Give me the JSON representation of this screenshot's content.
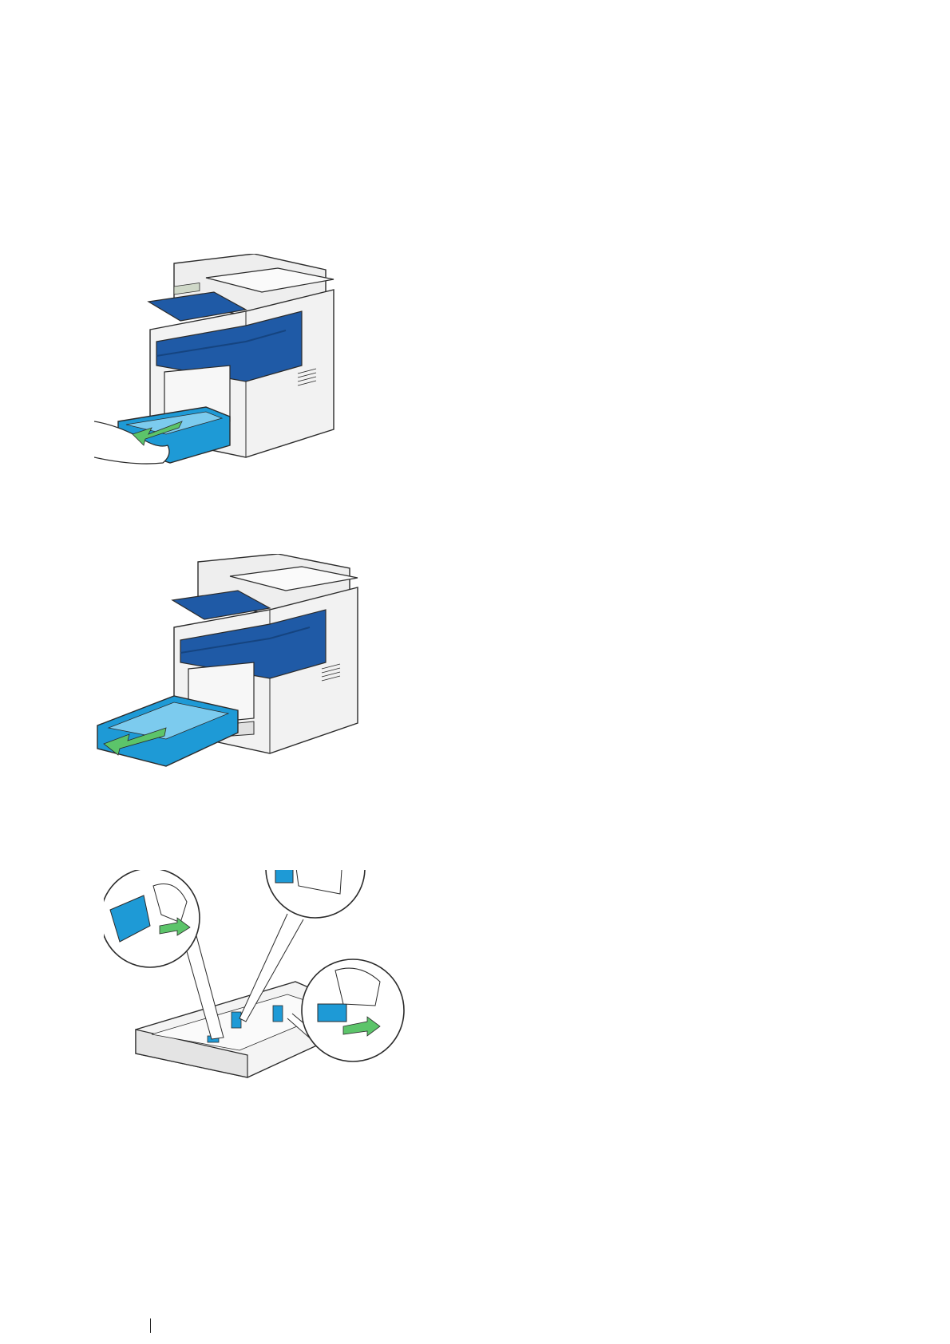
{
  "colors": {
    "printer_blue": "#1f5aa6",
    "printer_blue_dark": "#154480",
    "tray_cyan": "#1e9ad6",
    "arrow_green": "#5cc46a",
    "outline": "#2b2b2b",
    "body_light": "#f2f2f2",
    "body_mid": "#d9d9d9"
  },
  "figures": [
    {
      "name": "remove-tray-step-1",
      "arrow_icon": "green-pull-arrow-icon",
      "hand_icon": "hand-icon"
    },
    {
      "name": "remove-tray-step-2",
      "arrow_icon": "green-pull-arrow-icon"
    },
    {
      "name": "adjust-paper-guides",
      "arrow_icon": "green-double-arrow-icon",
      "hand_icon": "hand-icon"
    }
  ],
  "footer": {
    "separator": "page-footer-rule"
  }
}
